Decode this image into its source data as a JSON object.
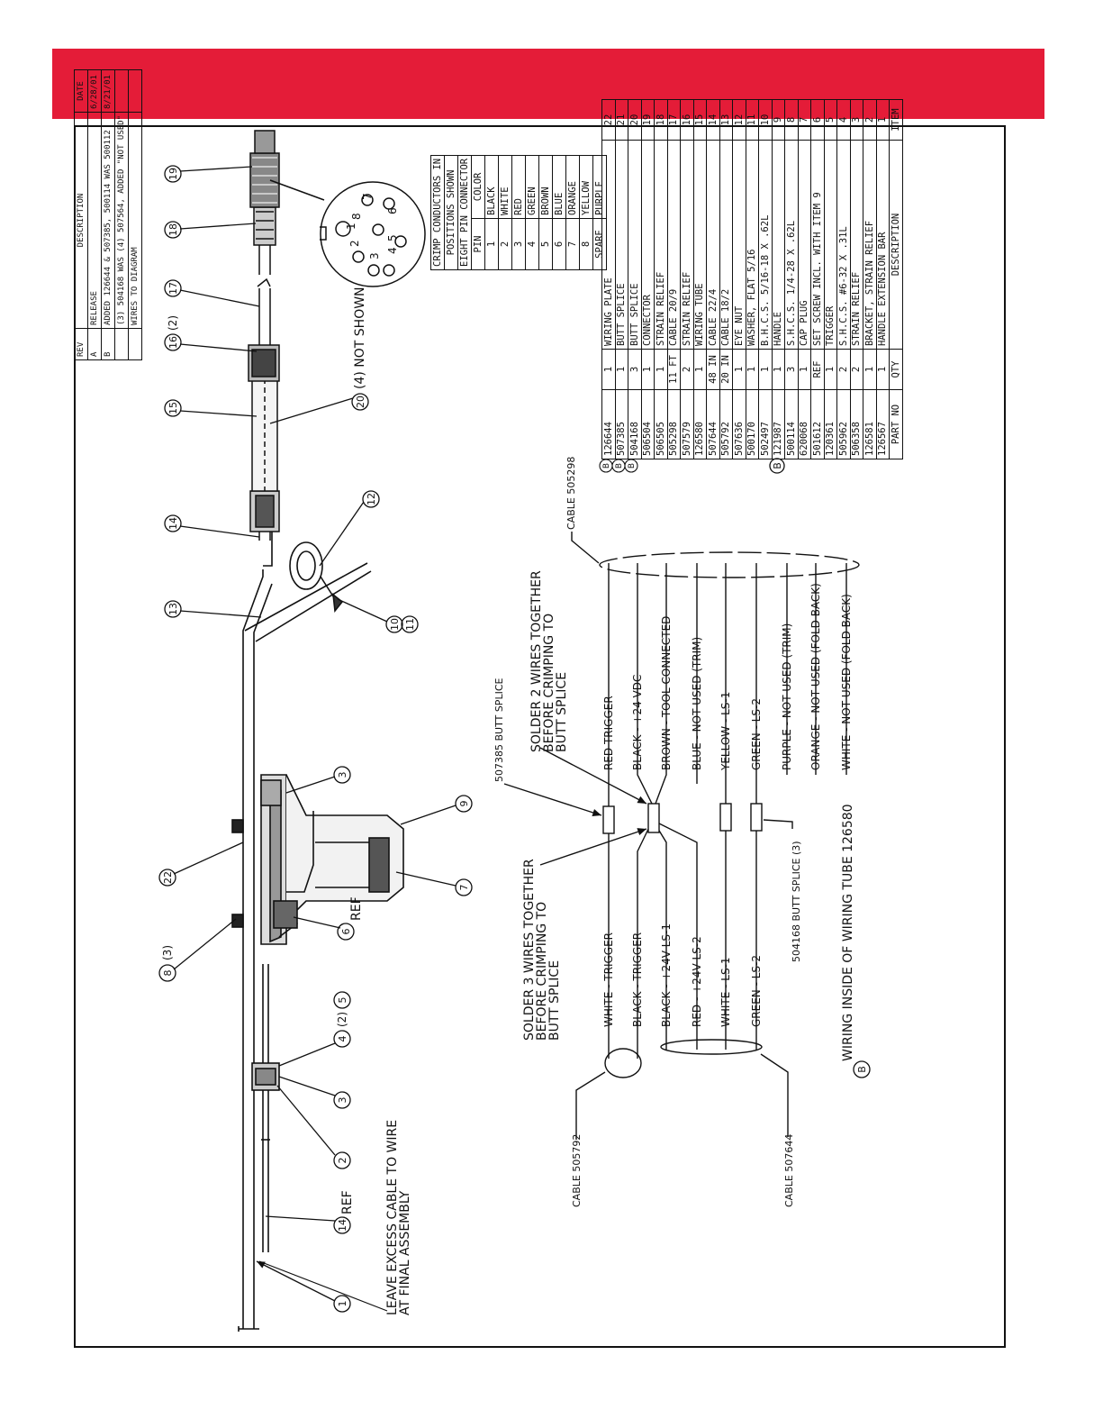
{
  "header": {
    "banner_color": "#e41c38"
  },
  "rev_table": {
    "headers": [
      "REV",
      "DESCRIPTION",
      "DATE"
    ],
    "rows": [
      [
        "A",
        "RELEASE",
        "6/28/01"
      ],
      [
        "B",
        "ADDED 126644 & 507385, 500114 WAS 500112",
        "8/21/01"
      ],
      [
        "",
        "(3) 504168 WAS (4) 507564, ADDED \"NOT USED\"",
        ""
      ],
      [
        "",
        "WIRES TO DIAGRAM",
        ""
      ]
    ]
  },
  "crimp_table": {
    "title_lines": [
      "CRIMP CONDUCTORS IN",
      "POSITIONS SHOWN",
      "EIGHT PIN CONNECTOR"
    ],
    "headers": [
      "PIN",
      "COLOR"
    ],
    "rows": [
      [
        "1",
        "BLACK"
      ],
      [
        "2",
        "WHITE"
      ],
      [
        "3",
        "RED"
      ],
      [
        "4",
        "GREEN"
      ],
      [
        "5",
        "BROWN"
      ],
      [
        "6",
        "BLUE"
      ],
      [
        "7",
        "ORANGE"
      ],
      [
        "8",
        "YELLOW"
      ],
      [
        "SPARE",
        "PURPLE"
      ]
    ]
  },
  "connector_pins": [
    "1",
    "2",
    "3",
    "4",
    "5",
    "6",
    "7",
    "8"
  ],
  "parts_table": {
    "headers": [
      "PART NO",
      "QTY",
      "DESCRIPTION",
      "ITEM"
    ],
    "rows": [
      [
        "126644",
        "1",
        "WIRING PLATE",
        "22"
      ],
      [
        "507385",
        "1",
        "BUTT SPLICE",
        "21"
      ],
      [
        "504168",
        "3",
        "BUTT SPLICE",
        "20"
      ],
      [
        "506504",
        "1",
        "CONNECTOR",
        "19"
      ],
      [
        "506505",
        "1",
        "STRAIN RELIEF",
        "18"
      ],
      [
        "505298",
        "11 FT",
        "CABLE 20/9",
        "17"
      ],
      [
        "507579",
        "2",
        "STRAIN RELIEF",
        "16"
      ],
      [
        "126580",
        "1",
        "WIRING TUBE",
        "15"
      ],
      [
        "507644",
        "48 IN",
        "CABLE 22/4",
        "14"
      ],
      [
        "505792",
        "20 IN",
        "CABLE 18/2",
        "13"
      ],
      [
        "507636",
        "1",
        "EYE NUT",
        "12"
      ],
      [
        "500170",
        "1",
        "WASHER, FLAT 5/16",
        "11"
      ],
      [
        "502497",
        "1",
        "B.H.C.S. 5/16-18 X .62L",
        "10"
      ],
      [
        "121987",
        "1",
        "HANDLE",
        "9"
      ],
      [
        "500114",
        "3",
        "S.H.C.S. 1/4-28 X .62L",
        "8"
      ],
      [
        "620068",
        "1",
        "CAP PLUG",
        "7"
      ],
      [
        "501612",
        "REF",
        "SET SCREW INCL. WITH ITEM 9",
        "6"
      ],
      [
        "120361",
        "1",
        "TRIGGER",
        "5"
      ],
      [
        "505962",
        "2",
        "S.H.C.S. #6-32 X .31L",
        "4"
      ],
      [
        "506358",
        "2",
        "STRAIN RELIEF",
        "3"
      ],
      [
        "126581",
        "1",
        "BRACKET, STRAIN RELIEF",
        "2"
      ],
      [
        "126567",
        "1",
        "HANDLE EXTENSION BAR",
        "1"
      ]
    ],
    "rev_marker": "B"
  },
  "balloons": {
    "b1": "1",
    "b2": "2",
    "b3a": "3",
    "b3b": "3",
    "b4": "4",
    "b5": "5",
    "b6": "6",
    "b7": "7",
    "b8": "8",
    "b9": "9",
    "b10": "10",
    "b11": "11",
    "b12": "12",
    "b13": "13",
    "b14": "14",
    "b14ref": "14",
    "b15": "15",
    "b16": "16",
    "b17": "17",
    "b18": "18",
    "b19": "19",
    "b20": "20",
    "b22": "22",
    "rev_b": "B"
  },
  "notes": {
    "qty_4": "(2)",
    "qty_8": "(3)",
    "qty_16": "(2)",
    "ref_6": "REF",
    "ref_14": "REF",
    "not_shown": "(4) NOT SHOWN",
    "leave_1": "LEAVE EXCESS CABLE TO WIRE",
    "leave_2": "AT FINAL ASSEMBLY",
    "solder3_1": "SOLDER 3 WIRES TOGETHER",
    "solder3_2": "BEFORE CRIMPING TO",
    "solder3_3": "BUTT SPLICE",
    "solder2_1": "SOLDER 2 WIRES TOGETHER",
    "solder2_2": "BEFORE CRIMPING TO",
    "solder2_3": "BUTT SPLICE",
    "butt_507385": "507385 BUTT SPLICE",
    "butt_504168": "504168 BUTT SPLICE (3)",
    "cable_505298": "CABLE 505298",
    "cable_505792": "CABLE 505792",
    "cable_507644": "CABLE 507644",
    "wiring_inside": "WIRING INSIDE OF WIRING TUBE 126580"
  },
  "wires_left": [
    "WHITE - TRIGGER",
    "BLACK - TRIGGER",
    "BLACK - +24V LS-1",
    "RED - +24V LS-2",
    "WHITE - LS-1",
    "GREEN - LS-2"
  ],
  "wires_right": [
    "RED TRIGGER",
    "BLACK - +24 VDC",
    "BROWN - TOOL CONNECTED",
    "BLUE - NOT USED (TRIM)",
    "YELLOW - LS-1",
    "GREEN - LS-2",
    "PURPLE - NOT USED (TRIM)",
    "ORANGE - NOT USED (FOLD BACK)",
    "WHITE - NOT USED (FOLD BACK)"
  ]
}
